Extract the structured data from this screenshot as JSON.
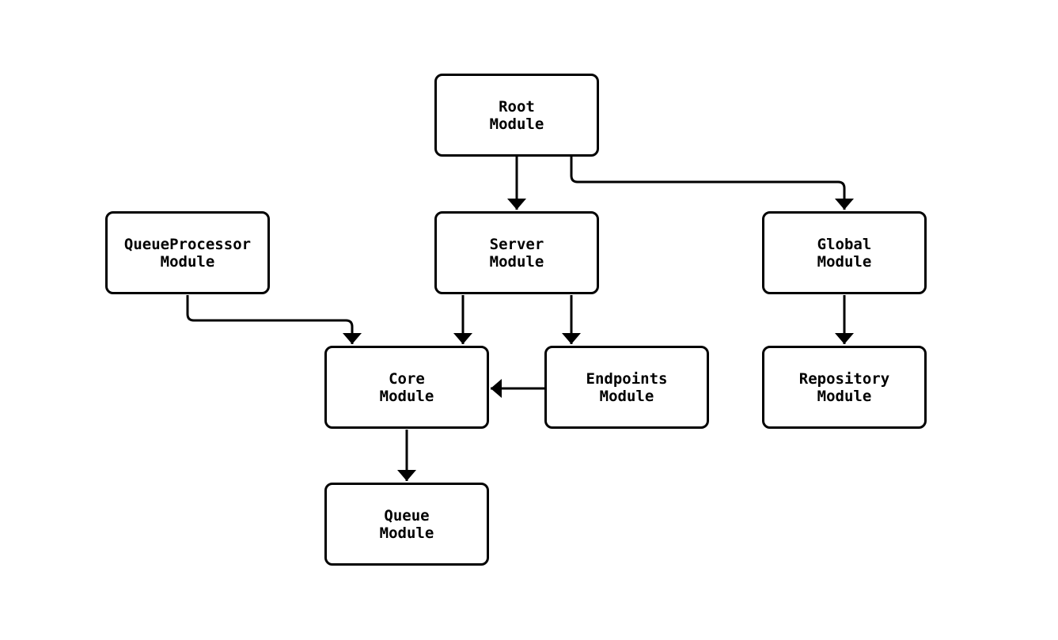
{
  "diagram": {
    "type": "flowchart",
    "direction": "top-down",
    "nodes": {
      "root": {
        "label": "Root\nModule"
      },
      "queue_processor": {
        "label": "QueueProcessor\nModule"
      },
      "server": {
        "label": "Server\nModule"
      },
      "global": {
        "label": "Global\nModule"
      },
      "core": {
        "label": "Core\nModule"
      },
      "endpoints": {
        "label": "Endpoints\nModule"
      },
      "repository": {
        "label": "Repository\nModule"
      },
      "queue": {
        "label": "Queue\nModule"
      }
    },
    "edges": [
      {
        "from": "Root Module",
        "to": "Server Module"
      },
      {
        "from": "Root Module",
        "to": "Global Module"
      },
      {
        "from": "QueueProcessor Module",
        "to": "Core Module"
      },
      {
        "from": "Server Module",
        "to": "Core Module"
      },
      {
        "from": "Server Module",
        "to": "Endpoints Module"
      },
      {
        "from": "Endpoints Module",
        "to": "Core Module"
      },
      {
        "from": "Global Module",
        "to": "Repository Module"
      },
      {
        "from": "Core Module",
        "to": "Queue Module"
      }
    ],
    "colors": {
      "background": "#ffffff",
      "node_fill": "#ffffff",
      "node_border": "#000000",
      "edge": "#000000",
      "text": "#000000"
    }
  }
}
